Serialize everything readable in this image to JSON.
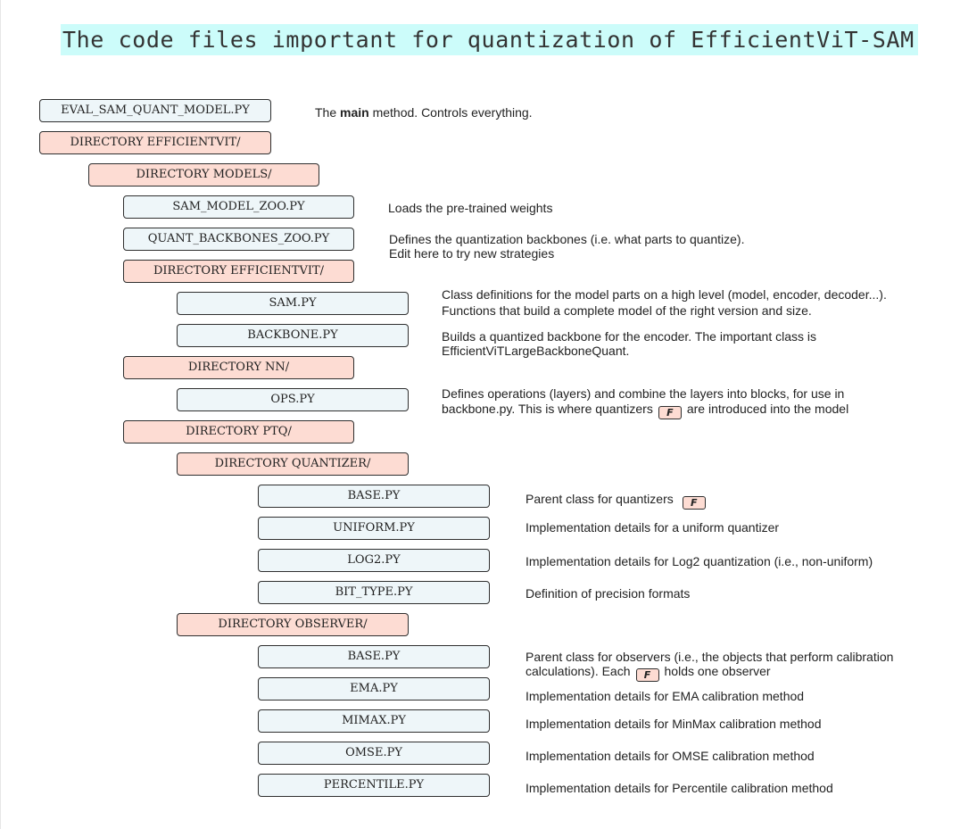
{
  "title": "The code files important for quantization of EfficientViT-SAM",
  "badge_label": "F",
  "colors": {
    "file_fill": "#eef6f9",
    "directory_fill": "#fddcd3",
    "title_highlight": "#ccfcfa",
    "border": "#2f2f2f"
  },
  "nodes": {
    "eval_sam_quant_model": "EVAL_SAM_QUANT_MODEL.PY",
    "dir_efficientvit_top": "DIRECTORY EFFICIENTVIT/",
    "dir_models": "DIRECTORY MODELS/",
    "sam_model_zoo": "SAM_MODEL_ZOO.PY",
    "quant_backbones_zoo": "QUANT_BACKBONES_ZOO.PY",
    "dir_efficientvit_inner": "DIRECTORY EFFICIENTVIT/",
    "sam": "SAM.PY",
    "backbone": "BACKBONE.PY",
    "dir_nn": "DIRECTORY NN/",
    "ops": "OPS.PY",
    "dir_ptq": "DIRECTORY PTQ/",
    "dir_quantizer": "DIRECTORY QUANTIZER/",
    "quantizer_base": "BASE.PY",
    "uniform": "UNIFORM.PY",
    "log2": "LOG2.PY",
    "bit_type": "BIT_TYPE.PY",
    "dir_observer": "DIRECTORY OBSERVER/",
    "observer_base": "BASE.PY",
    "ema": "EMA.PY",
    "mimax": "MIMAX.PY",
    "omse": "OMSE.PY",
    "percentile": "PERCENTILE.PY"
  },
  "descriptions": {
    "eval_main_before": "The ",
    "eval_main_bold": "main",
    "eval_main_after": " method. Controls everything.",
    "sam_model_zoo": "Loads the pre-trained weights",
    "quant_backbones_zoo_line1": "Defines the quantization backbones (i.e. what parts to quantize).",
    "quant_backbones_zoo_line2": "Edit here to try new strategies",
    "sam_line1": "Class definitions for the model parts on a high level (model, encoder, decoder...).",
    "sam_line2": "Functions that build a complete model of the right version and size.",
    "backbone_line1": "Builds a quantized backbone for the encoder. The important class is",
    "backbone_line2": "EfficientViTLargeBackboneQuant.",
    "ops_line1": "Defines operations (layers) and combine the layers into blocks, for use in",
    "ops_line2_before": "backbone.py. This is where quantizers",
    "ops_line2_after": "are introduced into the model",
    "quantizer_base": "Parent class for quantizers",
    "uniform": "Implementation details for a uniform quantizer",
    "log2": "Implementation details for Log2 quantization (i.e., non-uniform)",
    "bit_type": "Definition of precision formats",
    "observer_base_line1": "Parent class for observers (i.e., the objects that perform calibration",
    "observer_base_line2_before": "calculations). Each",
    "observer_base_line2_after": "holds one observer",
    "ema": "Implementation details for EMA calibration method",
    "mimax": "Implementation details for MinMax calibration method",
    "omse": "Implementation details for OMSE calibration method",
    "percentile": "Implementation details for Percentile calibration method"
  }
}
